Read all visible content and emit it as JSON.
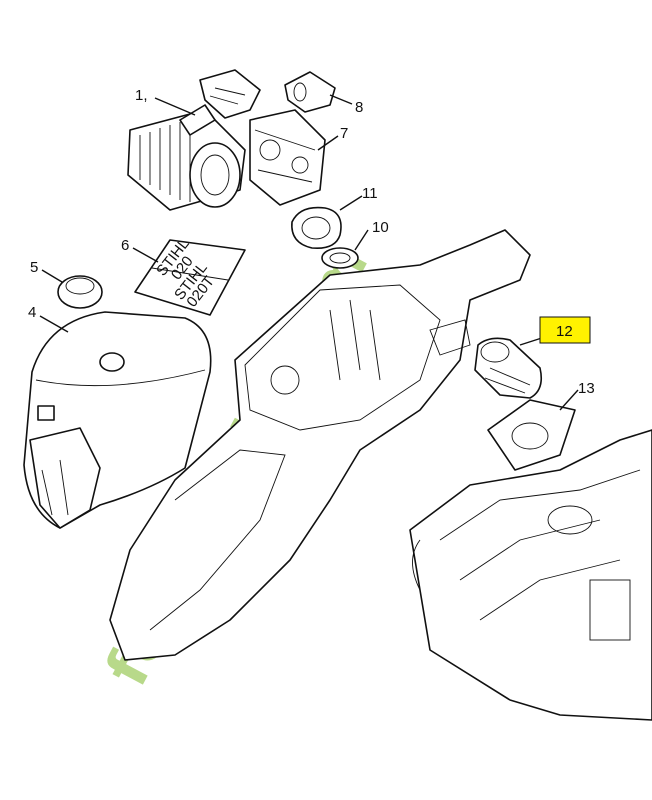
{
  "callouts": [
    {
      "id": "c1",
      "label": "1,"
    },
    {
      "id": "c4",
      "label": "4"
    },
    {
      "id": "c5",
      "label": "5"
    },
    {
      "id": "c6",
      "label": "6"
    },
    {
      "id": "c7",
      "label": "7"
    },
    {
      "id": "c8",
      "label": "8"
    },
    {
      "id": "c10",
      "label": "10"
    },
    {
      "id": "c11",
      "label": "11"
    },
    {
      "id": "c12",
      "label": "12",
      "highlighted": true
    },
    {
      "id": "c13",
      "label": "13"
    }
  ],
  "decal": {
    "line1": "STIHL",
    "line2": "020",
    "line3": "STIHL",
    "line4": "020T"
  },
  "watermark": {
    "text_a": "foret",
    "text_b": "ven",
    "text_c": "in.com",
    "color_green": "#b8d98a",
    "color_orange": "#f5b041"
  },
  "highlight_color": "#fff200"
}
